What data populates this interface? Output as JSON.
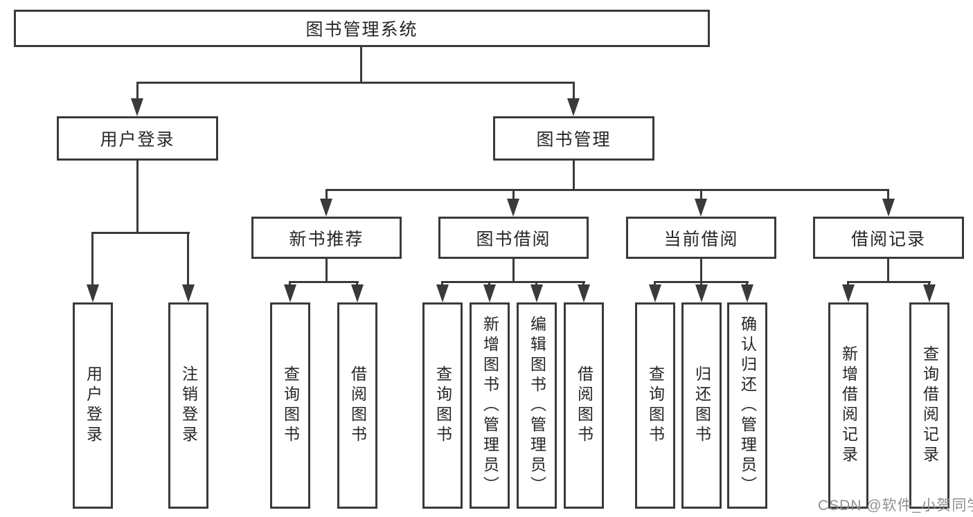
{
  "diagram": {
    "type": "tree",
    "root": {
      "label": "图书管理系统"
    },
    "level2": [
      {
        "label": "用户登录"
      },
      {
        "label": "图书管理"
      }
    ],
    "level3": [
      {
        "label": "新书推荐",
        "parent": "图书管理"
      },
      {
        "label": "图书借阅",
        "parent": "图书管理"
      },
      {
        "label": "当前借阅",
        "parent": "图书管理"
      },
      {
        "label": "借阅记录",
        "parent": "图书管理"
      }
    ],
    "leaves": {
      "user_login": [
        "用户登录",
        "注销登录"
      ],
      "new_book_recommendation": [
        "查询图书",
        "借阅图书"
      ],
      "book_borrowing": [
        "查询图书",
        "新增图书（管理员）",
        "编辑图书（管理员）",
        "借阅图书"
      ],
      "current_borrowing": [
        "查询图书",
        "归还图书",
        "确认归还（管理员）"
      ],
      "borrowing_records": [
        "新增借阅记录",
        "查询借阅记录"
      ]
    }
  },
  "watermark": {
    "text": "CSDN @软件_小贺同学",
    "color": "#8f8f8f"
  },
  "colors": {
    "line": "#3a3a3a",
    "text": "#262626",
    "background": "#ffffff"
  }
}
